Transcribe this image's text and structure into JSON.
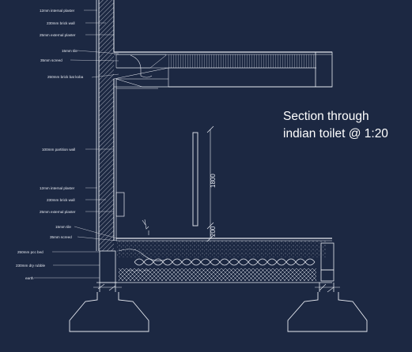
{
  "title": {
    "line1": "Section through",
    "line2": "indian toilet @ 1:20"
  },
  "labels": {
    "internal_plaster_top": "12mm internal plaster",
    "brick_wall_top": "230mm brick wall",
    "external_plaster_top": "25mm external plaster",
    "tile_top": "15mm tile",
    "screed_top": "35mm screed",
    "brick_bat_koba": "250mm brick bat koba",
    "partition_wall": "100mm partition wall",
    "internal_plaster_bottom": "12mm internal plaster",
    "brick_wall_bottom": "230mm brick wall",
    "external_plaster_bottom": "25mm external plaster",
    "tile_bottom": "15mm tile",
    "screed_bottom": "35mm screed",
    "pcc_bed": "250mm pcc bed",
    "dry_rubble": "230mm dry rubble",
    "earth": "earth"
  },
  "dimensions": {
    "partition_height": "1800",
    "partition_base": "200"
  },
  "colors": {
    "background": "#1c2842",
    "linework": "#e8ebf2",
    "text": "#e6e9f0"
  }
}
